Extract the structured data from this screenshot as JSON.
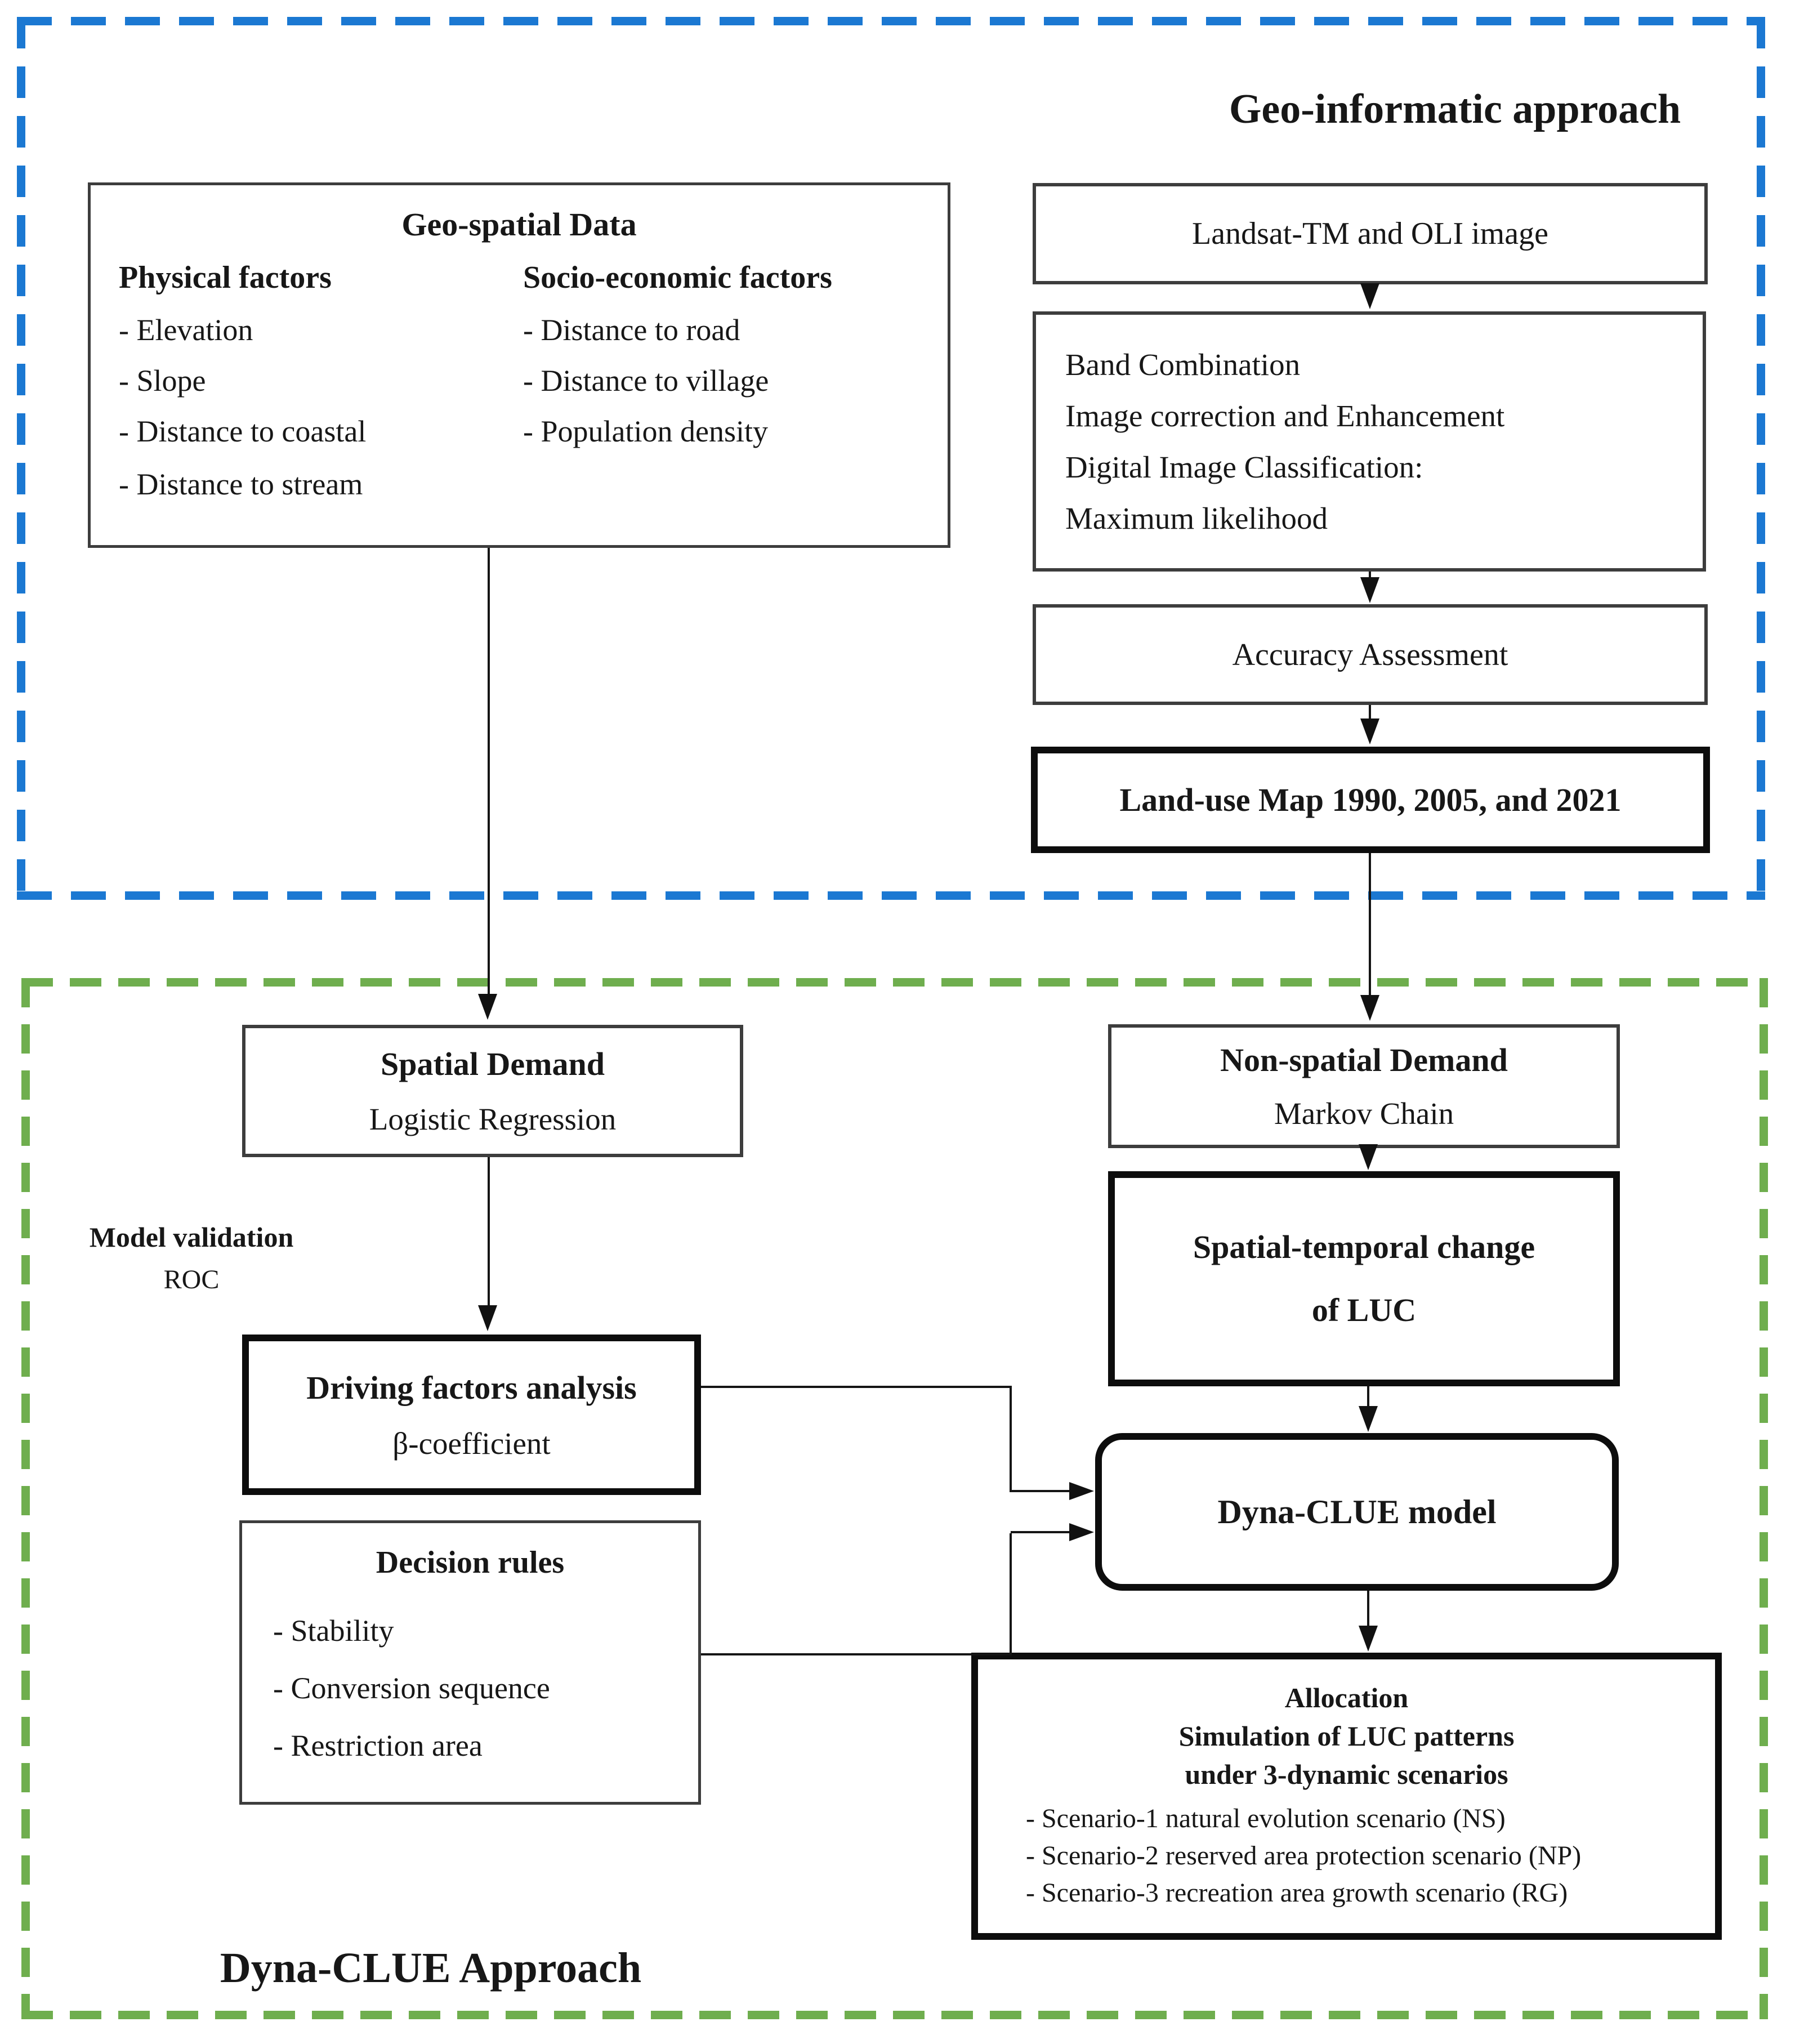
{
  "sections": {
    "geo_informatic": {
      "title": "Geo-informatic approach"
    },
    "dyna_clue": {
      "title": "Dyna-CLUE Approach"
    }
  },
  "colors": {
    "blue_frame": "#1b78d2",
    "green_frame": "#6fae4e",
    "box_border": "#3d3d3d",
    "thick_border": "#0d0d0d"
  },
  "boxes": {
    "geo_spatial": {
      "title": "Geo-spatial Data",
      "col1": {
        "header": "Physical factors",
        "items": [
          "- Elevation",
          "- Slope",
          "- Distance to coastal",
          "- Distance to stream"
        ]
      },
      "col2": {
        "header": "Socio-economic factors",
        "items": [
          "- Distance to road",
          "- Distance to village",
          "- Population density"
        ]
      }
    },
    "landsat": {
      "label": "Landsat-TM and OLI image"
    },
    "band": {
      "lines": [
        "Band Combination",
        "Image correction and Enhancement",
        "Digital Image Classification:",
        "Maximum likelihood"
      ]
    },
    "accuracy": {
      "label": "Accuracy Assessment"
    },
    "landuse": {
      "label": "Land-use Map 1990, 2005, and 2021"
    },
    "spatial_demand": {
      "title": "Spatial Demand",
      "subtitle": "Logistic Regression"
    },
    "non_spatial": {
      "title": "Non-spatial Demand",
      "subtitle": "Markov Chain"
    },
    "model_validation": {
      "line1": "Model validation",
      "line2": "ROC"
    },
    "driving": {
      "title": "Driving factors analysis",
      "subtitle": "β-coefficient"
    },
    "decision": {
      "title": "Decision rules",
      "items": [
        "- Stability",
        "- Conversion sequence",
        "- Restriction area"
      ]
    },
    "spatial_temporal": {
      "line1": "Spatial-temporal change",
      "line2": "of LUC"
    },
    "dyna_clue_model": {
      "label": "Dyna-CLUE model"
    },
    "allocation": {
      "heading": [
        "Allocation",
        "Simulation of LUC patterns",
        "under 3-dynamic scenarios"
      ],
      "items": [
        "- Scenario-1 natural evolution scenario (NS)",
        "- Scenario-2 reserved area protection scenario (NP)",
        "- Scenario-3 recreation area growth scenario (RG)"
      ]
    }
  }
}
